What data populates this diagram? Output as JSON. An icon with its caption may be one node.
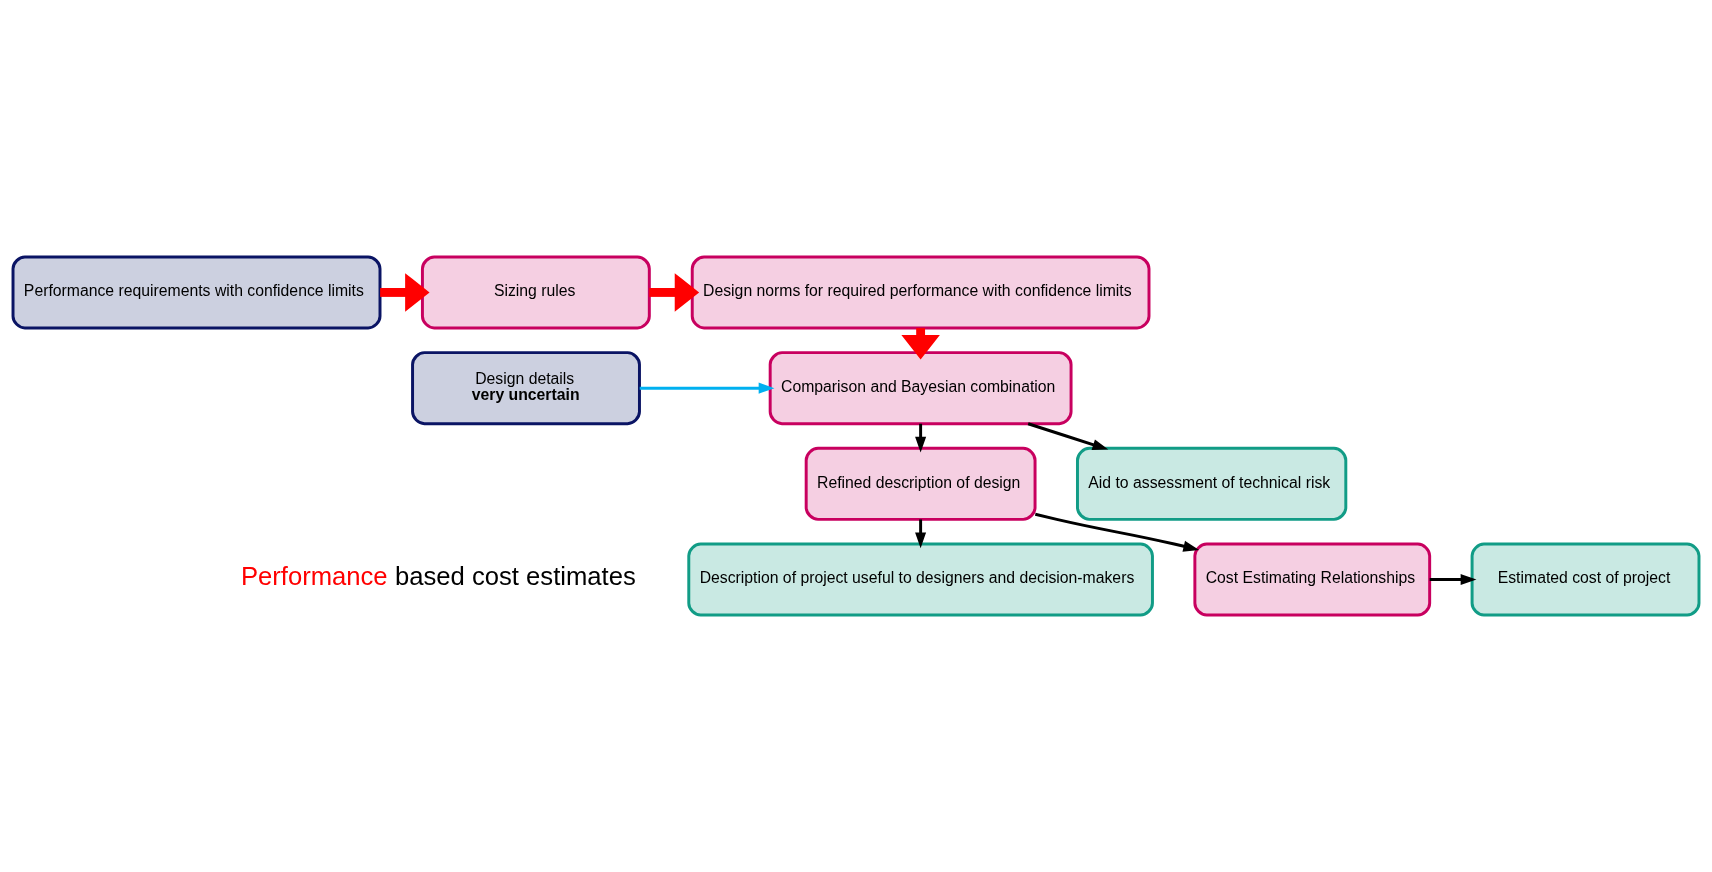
{
  "diagram": {
    "nodes": [
      {
        "text": [
          "Performance requirements with confidence limits"
        ]
      },
      {
        "text": [
          "Sizing rules"
        ]
      },
      {
        "text": [
          "Design norms for required performance with confidence limits"
        ]
      },
      {
        "text": [
          "Design details",
          "very uncertain"
        ]
      },
      {
        "text": [
          "Comparison and Bayesian combination"
        ]
      },
      {
        "text": [
          "Aid to assessment of technical risk"
        ]
      },
      {
        "text": [
          "Refined description of design"
        ]
      },
      {
        "text": [
          "Description of project useful to designers and decision-makers"
        ]
      },
      {
        "text": [
          "Cost Estimating Relationships"
        ]
      },
      {
        "text": [
          "Estimated cost of project"
        ]
      }
    ],
    "edges": [
      {
        "from": 0,
        "to": 1,
        "arrow": "to",
        "style": "thick",
        "color": "#ff0000"
      },
      {
        "from": 1,
        "to": 2,
        "arrow": "to",
        "style": "thick",
        "color": "#ff0000"
      },
      {
        "from": 2,
        "to": 4,
        "arrow": "to",
        "style": "thick",
        "color": "#ff0000"
      },
      {
        "from": 3,
        "to": 4,
        "arrow": "to",
        "color": "#00b0f0"
      },
      {
        "from": 4,
        "to": 6,
        "arrow": "to"
      },
      {
        "from": 4,
        "to": 5,
        "arrow": "to"
      },
      {
        "from": 6,
        "to": 8,
        "arrow": "to"
      },
      {
        "from": 6,
        "to": 7,
        "arrow": "to"
      },
      {
        "from": 8,
        "to": 9,
        "arrow": "to"
      }
    ],
    "labels": [
      "Performance",
      "based cost estimates"
    ]
  }
}
